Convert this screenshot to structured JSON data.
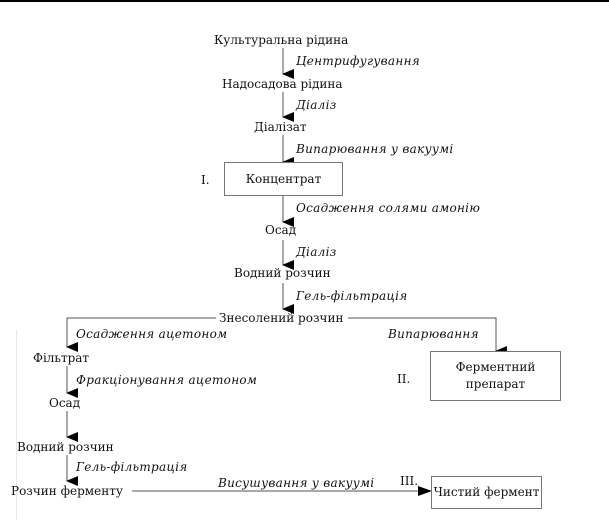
{
  "nodes": {
    "n1": "Культуральна рідина",
    "n2": "Надосадова рідина",
    "n3": "Діалізат",
    "n5": "Осад",
    "n6": "Водний розчин",
    "n7": "Знесолений розчин",
    "n8": "Фільтрат",
    "n9": "Осад",
    "n10": "Водний розчин",
    "n11": "Розчин ферменту"
  },
  "boxes": {
    "concentrate": {
      "label": "Концентрат",
      "marker": "I."
    },
    "enzyme_preparation": {
      "label_line1": "Ферментний",
      "label_line2": "препарат",
      "marker": "II."
    },
    "pure_enzyme": {
      "label": "Чистий фермент",
      "marker": "III."
    }
  },
  "steps": {
    "s1": "Центрифугування",
    "s2": "Діаліз",
    "s3": "Випарювання у вакуумі",
    "s4": "Осадження солями амонію",
    "s5": "Діаліз",
    "s6": "Гель-фільтрація",
    "s7": "Осадження ацетоном",
    "s8": "Випарювання",
    "s9": "Фракціонування ацетоном",
    "s10": "Гель-фільтрація",
    "s11": "Висушування у вакуумі"
  }
}
